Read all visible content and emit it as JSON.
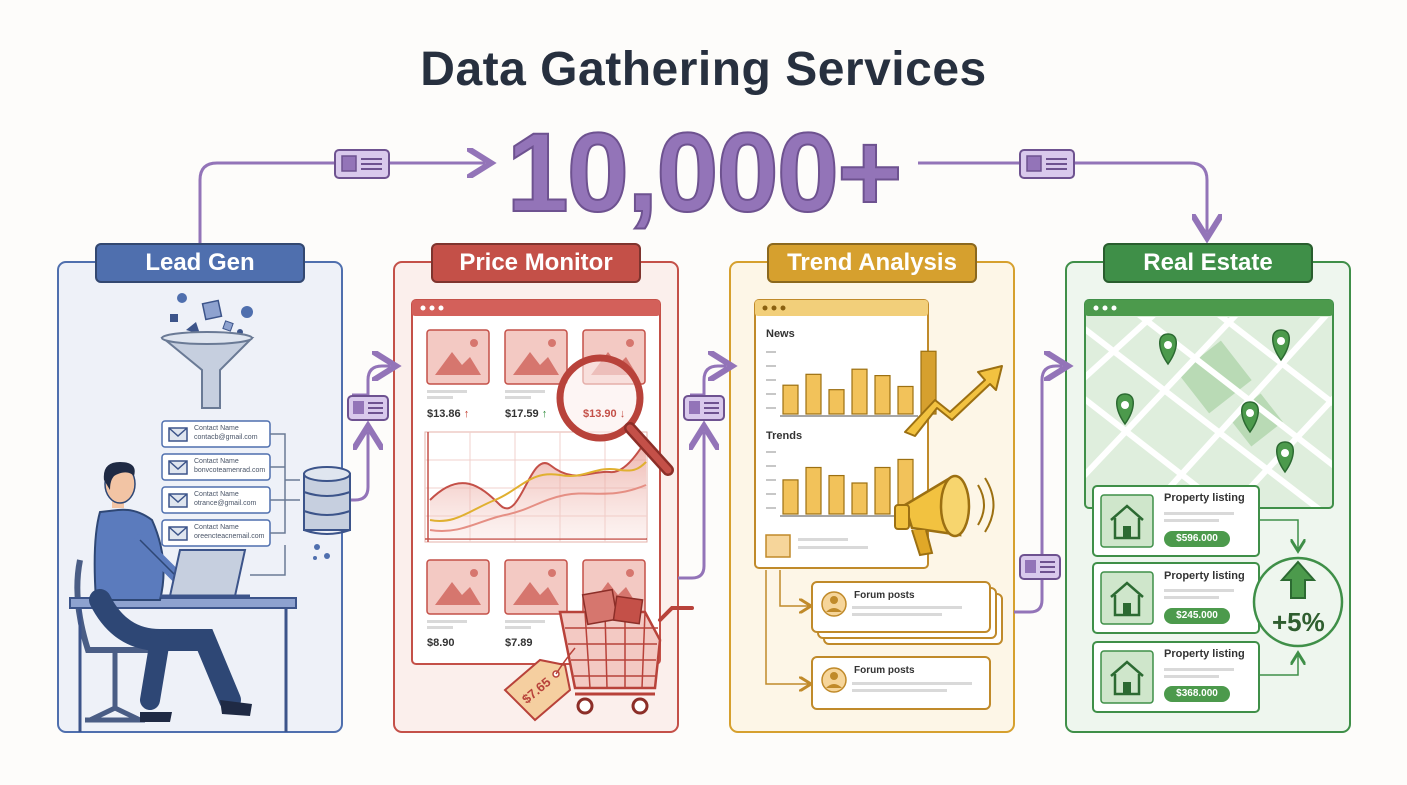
{
  "header": {
    "title": "Data Gathering Services",
    "count": "10,000+"
  },
  "colors": {
    "purple": "#9374b8",
    "lead_gen": "#4f6fae",
    "price_monitor": "#c45048",
    "trend_analysis": "#d6a02e",
    "real_estate": "#3f8f48"
  },
  "panels": {
    "lead_gen": {
      "label": "Lead Gen",
      "contacts": [
        {
          "name": "Contact Name",
          "email": "contacb@gmail.com"
        },
        {
          "name": "Contact Name",
          "email": "bonvcoteamenrad.com"
        },
        {
          "name": "Contact Name",
          "email": "otrance@gmail.com"
        },
        {
          "name": "Contact Name",
          "email": "oreencteacnemail.com"
        }
      ]
    },
    "price_monitor": {
      "label": "Price Monitor",
      "prices_top": [
        {
          "value": "$13.86",
          "trend": "↑"
        },
        {
          "value": "$17.59",
          "trend": "↑"
        },
        {
          "value": "$13.90",
          "trend": "↓"
        }
      ],
      "prices_bottom": [
        "$8.90",
        "$7.89"
      ],
      "tag_price": "$7.65"
    },
    "trend_analysis": {
      "label": "Trend Analysis",
      "news_label": "News",
      "trends_label": "Trends",
      "news_bars": [
        0.45,
        0.62,
        0.38,
        0.7,
        0.6,
        0.43,
        0.98
      ],
      "trends_bars": [
        0.55,
        0.75,
        0.62,
        0.5,
        0.75,
        0.88
      ],
      "forum_posts": [
        "Forum posts",
        "Forum posts"
      ]
    },
    "real_estate": {
      "label": "Real Estate",
      "listings": [
        {
          "title": "Property listing",
          "price": "$596.000"
        },
        {
          "title": "Property listing",
          "price": "$245.000"
        },
        {
          "title": "Property listing",
          "price": "$368.000"
        }
      ],
      "growth": "+5%"
    }
  }
}
